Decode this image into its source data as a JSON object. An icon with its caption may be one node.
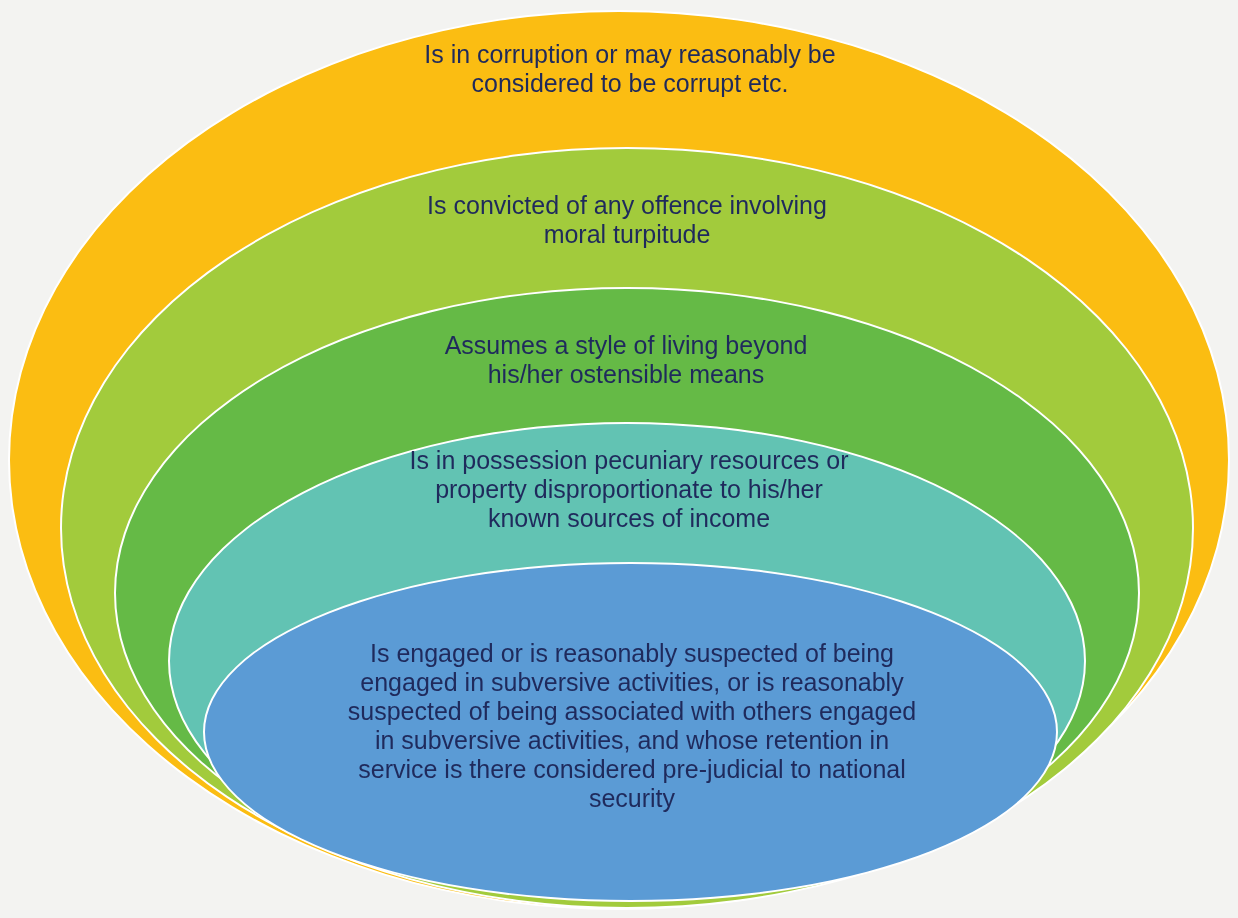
{
  "diagram": {
    "nodes": [
      {
        "text": [
          "Is in corruption or may reasonably be considered to be corrupt etc."
        ]
      },
      {
        "text": [
          "Is convicted of any offence involving moral turpitude"
        ],
        "in": 0
      },
      {
        "text": [
          "Assumes a style of living beyond his/her ostensible means"
        ],
        "in": 1
      },
      {
        "text": [
          "Is in possession pecuniary resources or property disproportionate to his/her known sources of income"
        ],
        "in": 2
      },
      {
        "text": [
          "Is engaged or is reasonably suspected of being engaged in subversive activities, or is reasonably suspected of being associated with others engaged in subversive activities, and whose retention in service is there considered pre-judicial to national security"
        ],
        "in": 3
      }
    ]
  }
}
